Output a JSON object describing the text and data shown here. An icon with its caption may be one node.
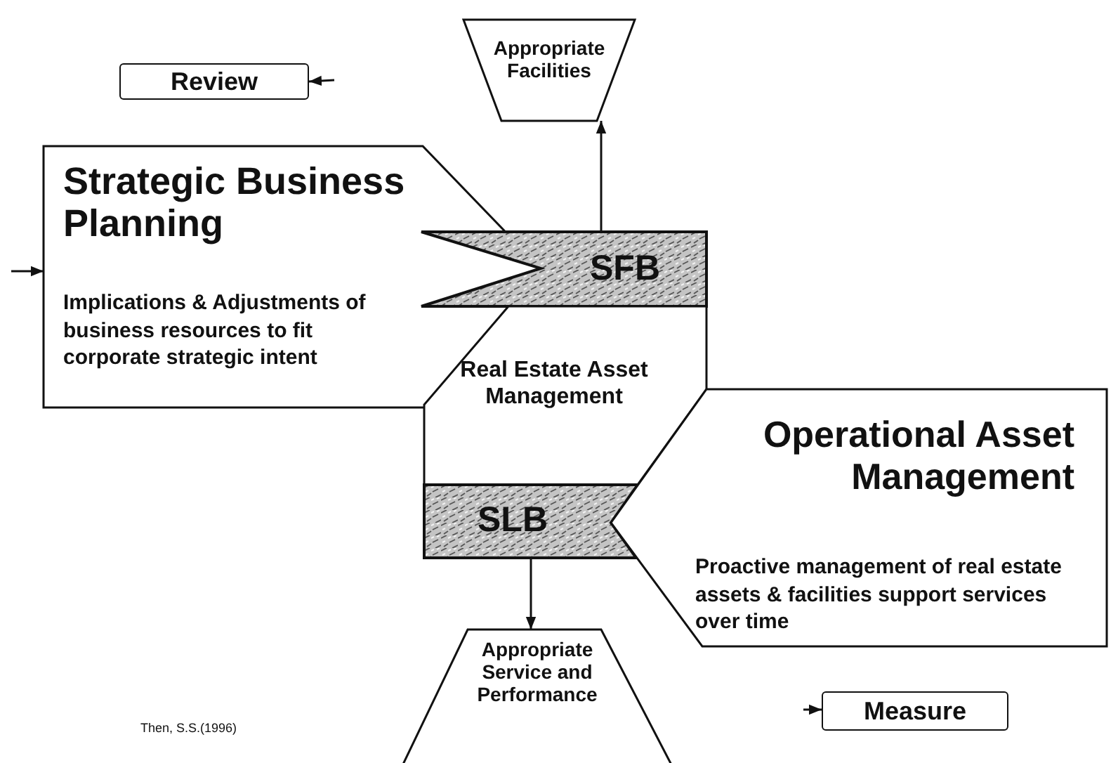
{
  "diagram": {
    "nodes": [
      {
        "text": [
          "Appropriate Facilities"
        ]
      },
      {
        "text": [
          "Review"
        ]
      },
      {
        "text": [
          "Strategic Business Planning",
          "Implications & Adjustments of business resources to fit corporate strategic intent"
        ]
      },
      {
        "text": [
          "SFB"
        ]
      },
      {
        "text": [
          "Real Estate Asset Management"
        ]
      },
      {
        "text": [
          "SLB"
        ]
      },
      {
        "text": [
          "Operational Asset Management",
          "Proactive management of real estate assets & facilities support services over time"
        ]
      },
      {
        "text": [
          "Appropriate Service and Performance"
        ]
      },
      {
        "text": [
          "Measure"
        ]
      }
    ],
    "edges": [
      {
        "from": 3,
        "to": 0,
        "arrow": "to"
      },
      {
        "from": 5,
        "to": 7,
        "arrow": "to"
      },
      {
        "from": null,
        "to": 1,
        "arrow": "to"
      },
      {
        "from": null,
        "to": 2,
        "arrow": "to"
      },
      {
        "from": null,
        "to": 8,
        "arrow": "to"
      }
    ],
    "labels": [
      "Then, S.S.(1996)"
    ]
  }
}
